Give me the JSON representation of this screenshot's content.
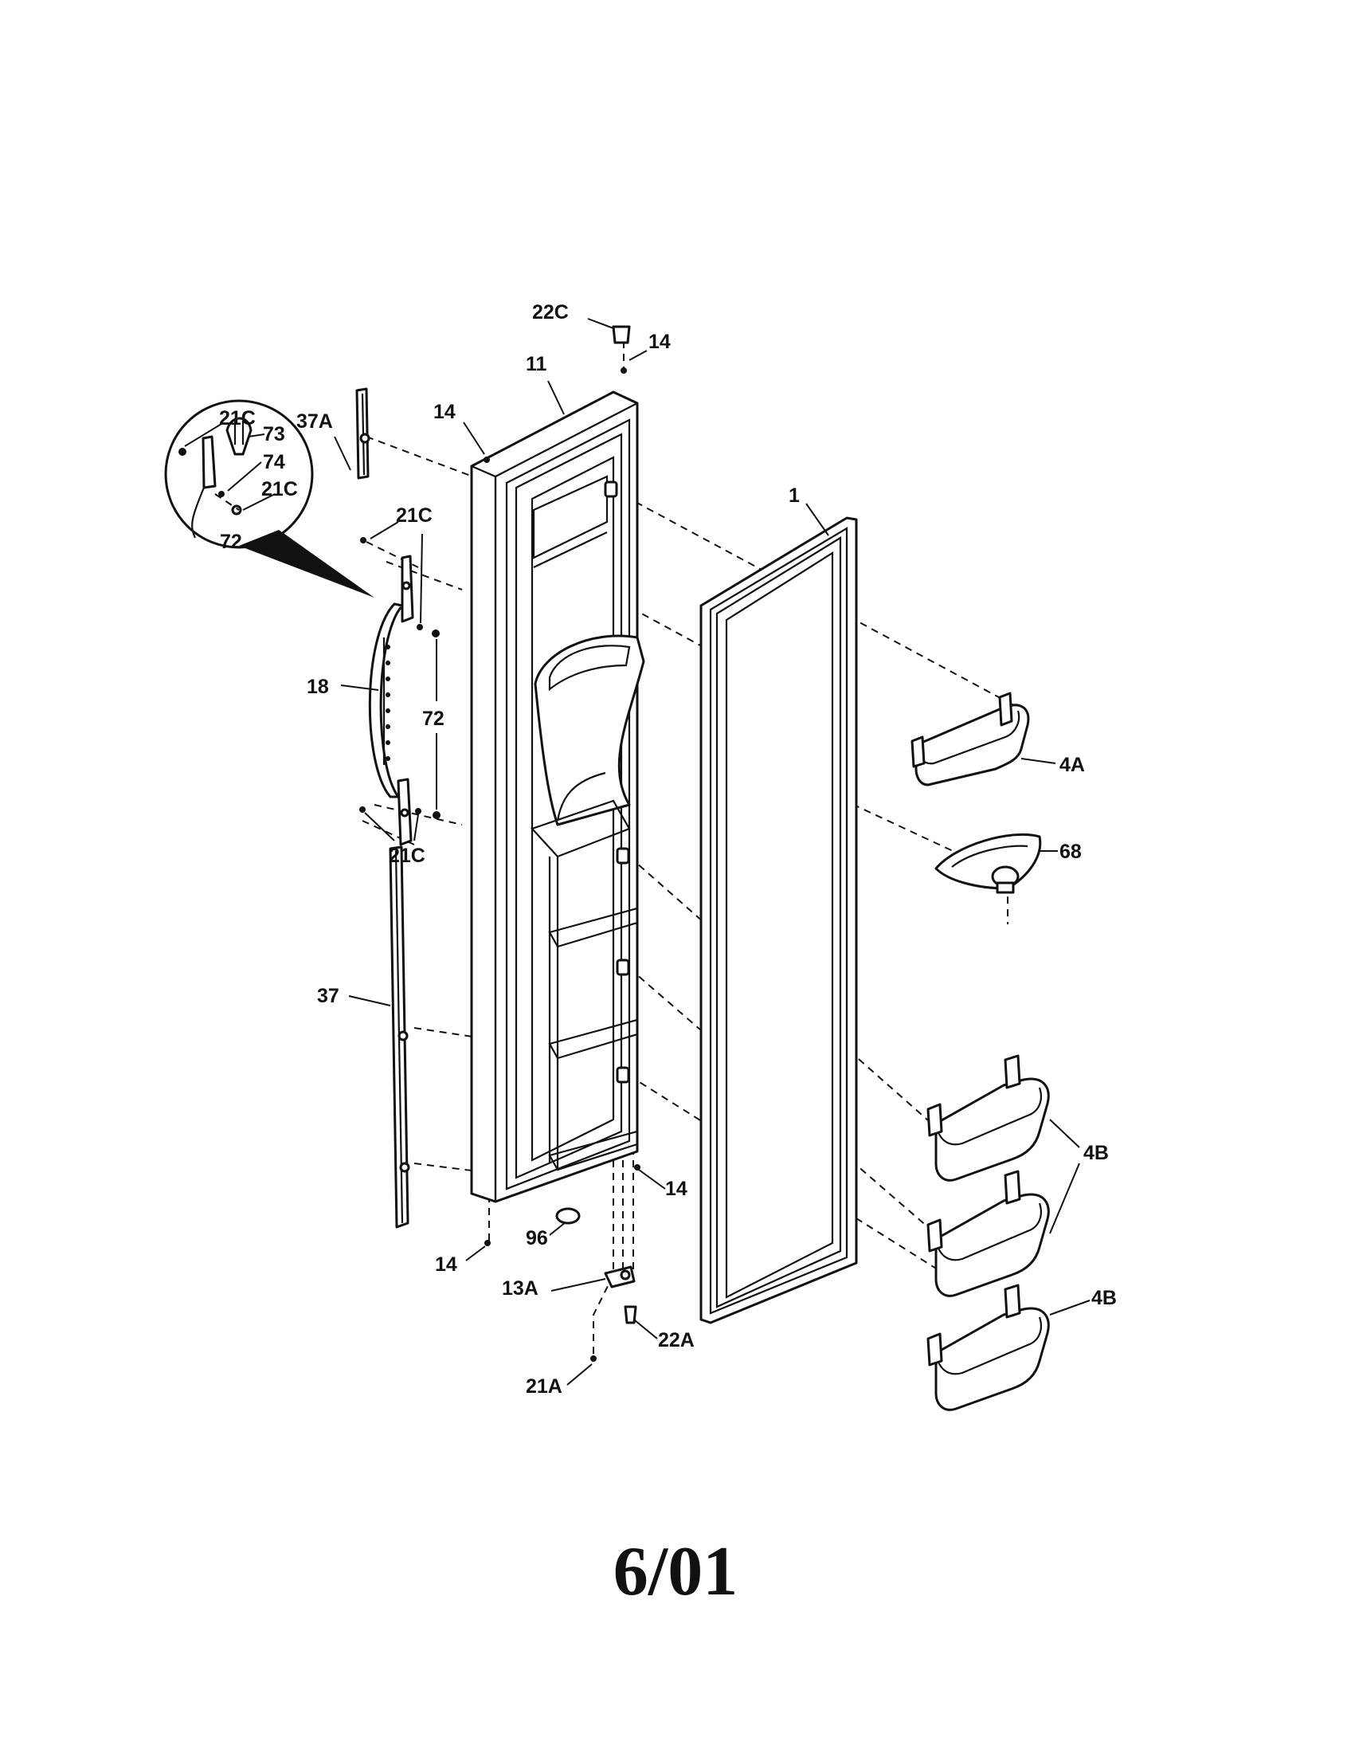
{
  "diagram": {
    "callouts": {
      "c22C_top": "22C",
      "c14_top_right": "14",
      "c11": "11",
      "c14_top_left": "14",
      "c37A": "37A",
      "c21C_inset_a": "21C",
      "c73": "73",
      "c74": "74",
      "c21C_inset_b": "21C",
      "c72_inset": "72",
      "c21C_upper": "21C",
      "c1": "1",
      "c18": "18",
      "c72_side": "72",
      "c4A": "4A",
      "c68": "68",
      "c21C_lower": "21C",
      "c37": "37",
      "c4B_upper": "4B",
      "c14_bottom_right": "14",
      "c96": "96",
      "c14_bottom_left": "14",
      "c13A": "13A",
      "c4B_lower": "4B",
      "c22A": "22A",
      "c21A": "21A"
    }
  },
  "footer": {
    "date_code": "6/01"
  }
}
